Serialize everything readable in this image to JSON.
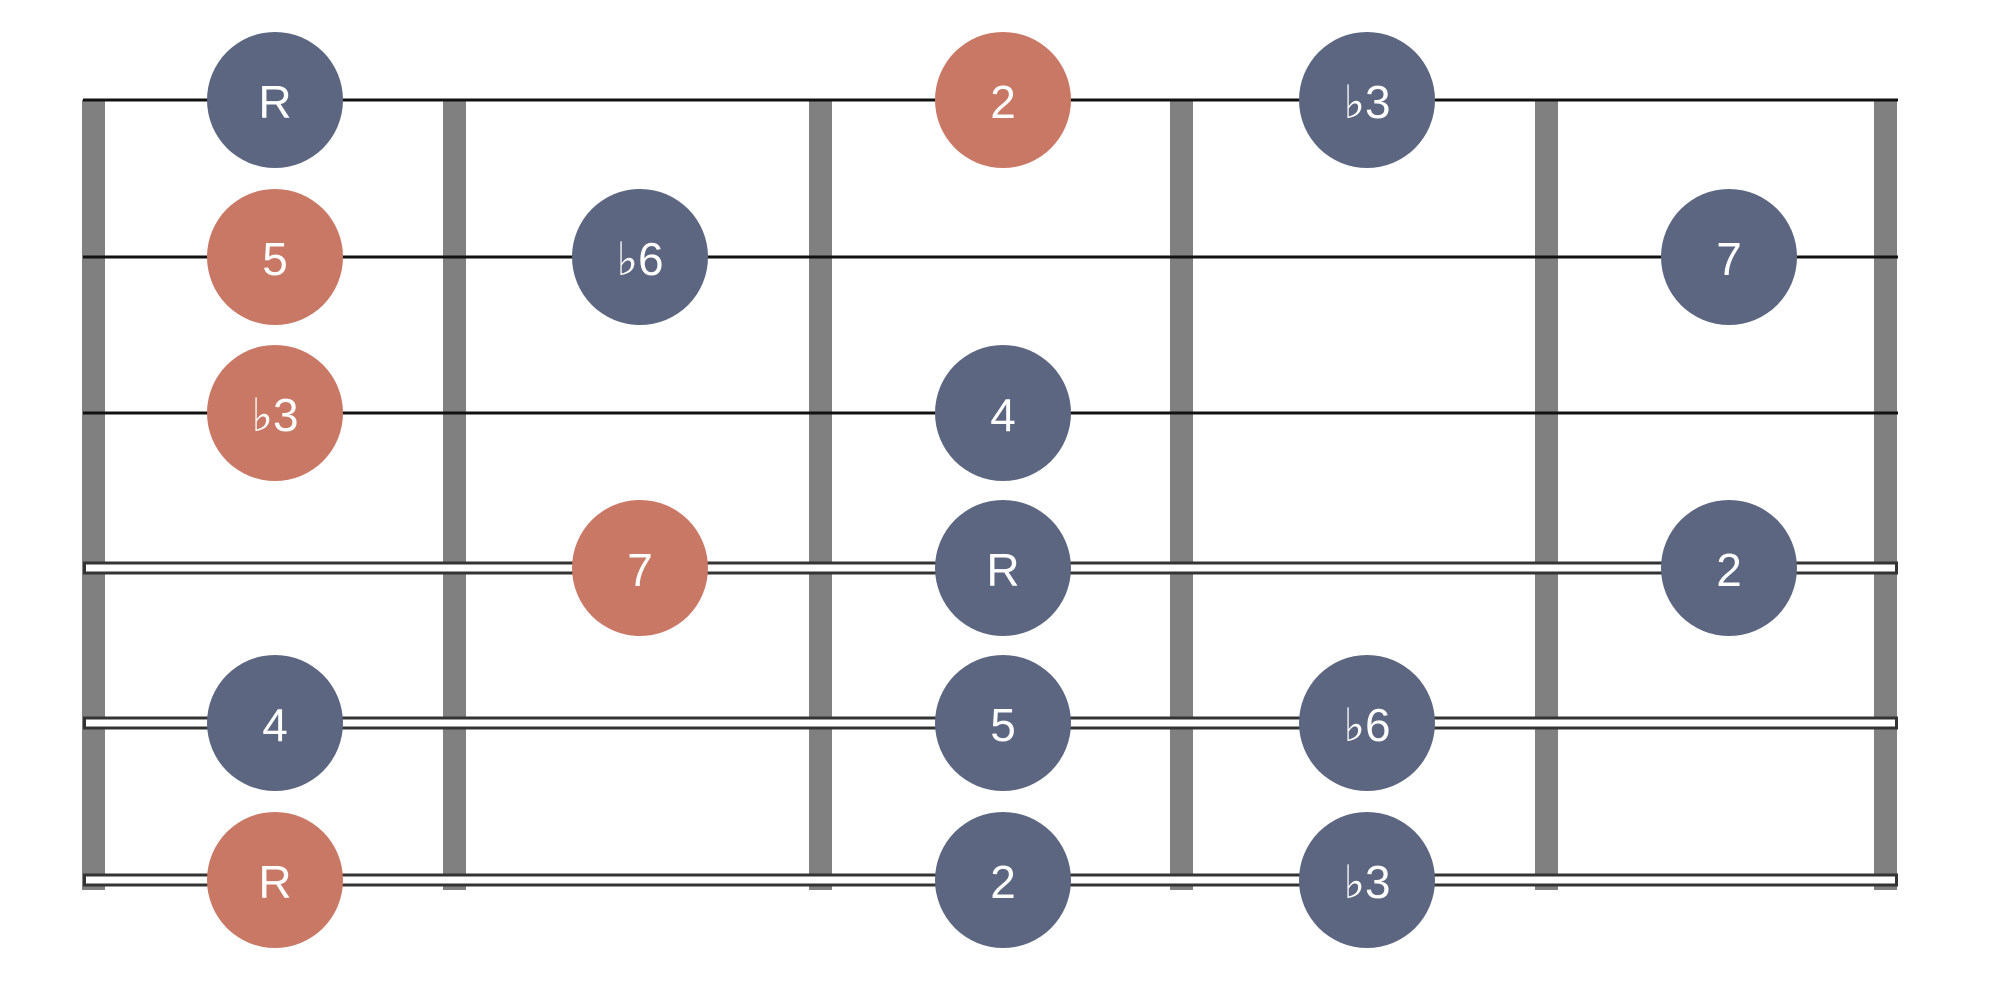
{
  "colors": {
    "blue": "#5c6680",
    "orange": "#c87865",
    "fret": "#808080",
    "string": "#111111",
    "wound_border": "#333333"
  },
  "strings": [
    {
      "index": 1,
      "type": "plain"
    },
    {
      "index": 2,
      "type": "plain"
    },
    {
      "index": 3,
      "type": "plain"
    },
    {
      "index": 4,
      "type": "wound"
    },
    {
      "index": 5,
      "type": "wound"
    },
    {
      "index": 6,
      "type": "wound"
    }
  ],
  "fret_count": 6,
  "notes": [
    {
      "string": 1,
      "slot": 0,
      "label": "R",
      "color": "blue"
    },
    {
      "string": 1,
      "slot": 2,
      "label": "2",
      "color": "orange"
    },
    {
      "string": 1,
      "slot": 3,
      "label": "♭3",
      "color": "blue"
    },
    {
      "string": 2,
      "slot": 0,
      "label": "5",
      "color": "orange"
    },
    {
      "string": 2,
      "slot": 1,
      "label": "♭6",
      "color": "blue"
    },
    {
      "string": 2,
      "slot": 4,
      "label": "7",
      "color": "blue"
    },
    {
      "string": 3,
      "slot": 0,
      "label": "♭3",
      "color": "orange"
    },
    {
      "string": 3,
      "slot": 2,
      "label": "4",
      "color": "blue"
    },
    {
      "string": 4,
      "slot": 1,
      "label": "7",
      "color": "orange"
    },
    {
      "string": 4,
      "slot": 2,
      "label": "R",
      "color": "blue"
    },
    {
      "string": 4,
      "slot": 4,
      "label": "2",
      "color": "blue"
    },
    {
      "string": 5,
      "slot": 0,
      "label": "4",
      "color": "blue"
    },
    {
      "string": 5,
      "slot": 2,
      "label": "5",
      "color": "blue"
    },
    {
      "string": 5,
      "slot": 3,
      "label": "♭6",
      "color": "blue"
    },
    {
      "string": 6,
      "slot": 0,
      "label": "R",
      "color": "orange"
    },
    {
      "string": 6,
      "slot": 2,
      "label": "2",
      "color": "blue"
    },
    {
      "string": 6,
      "slot": 3,
      "label": "♭3",
      "color": "blue"
    }
  ]
}
